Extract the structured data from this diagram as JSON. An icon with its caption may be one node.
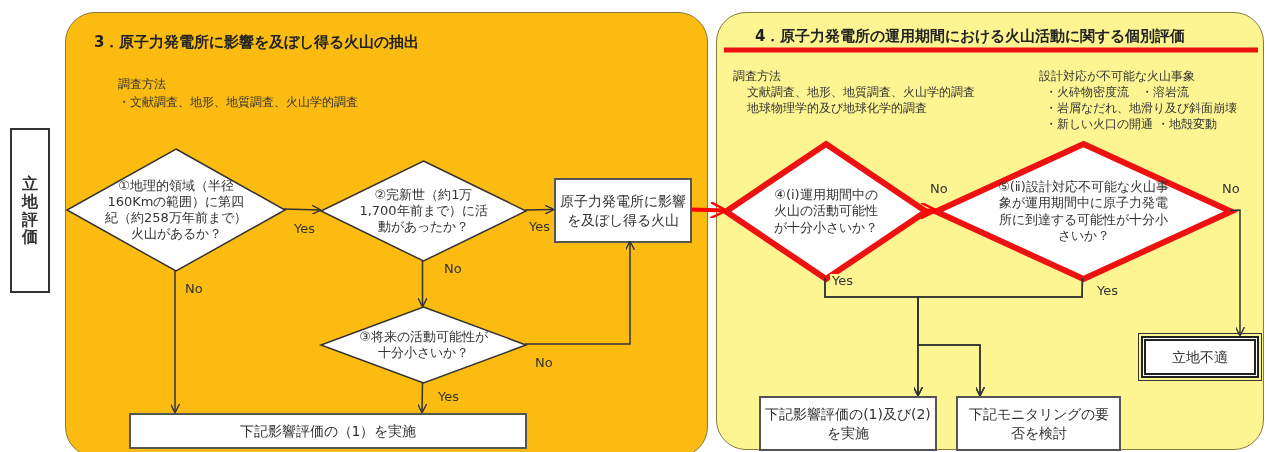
{
  "diagram": {
    "nodes": [
      {
        "text": [
          "3．原子力発電所に影響を及ぼし得る火山の抽出",
          "調査方法",
          "・文献調査、地形、地質調査、火山学的調査"
        ]
      },
      {
        "text": [
          "4．原子力発電所の運用期間における火山活動に関する個別評価",
          "調査方法",
          "文献調査、地形、地質調査、火山学的調査",
          "地球物理学的及び地球化学的調査",
          "設計対応が不可能な火山事象",
          "・火砕物密度流　・溶岩流",
          "・岩屑なだれ、地滑り及び斜面崩壊",
          "・新しい火口の開通 ・地殻変動"
        ]
      },
      {
        "text": [
          "立地評価"
        ]
      },
      {
        "text": [
          "①地理的領域（半径160Kmの範囲）に第四紀（約258万年前まで）火山があるか？"
        ],
        "in": 0
      },
      {
        "text": [
          "②完新世（約1万1,700年前まで）に活動があったか？"
        ],
        "in": 0
      },
      {
        "text": [
          "原子力発電所に影響を及ぼし得る火山"
        ],
        "in": 0
      },
      {
        "text": [
          "③将来の活動可能性が十分小さいか？"
        ],
        "in": 0
      },
      {
        "text": [
          "下記影響評価の（1）を実施"
        ],
        "in": 0
      },
      {
        "text": [
          "④(ⅰ)運用期間中の火山の活動可能性が十分小さいか？"
        ],
        "in": 1
      },
      {
        "text": [
          "⑤(ⅱ)設計対応不可能な火山事象が運用期間中に原子力発電所に到達する可能性が十分小さいか？"
        ],
        "in": 1
      },
      {
        "text": [
          "下記影響評価の(1)及び(2)を実施"
        ],
        "in": 1
      },
      {
        "text": [
          "下記モニタリングの要否を検討"
        ],
        "in": 1
      },
      {
        "text": [
          "立地不適"
        ],
        "in": 1
      }
    ],
    "edges": [
      {
        "from": 3,
        "to": 4,
        "arrow": "to",
        "label": "Yes"
      },
      {
        "from": 3,
        "to": 7,
        "arrow": "to",
        "label": "No"
      },
      {
        "from": 4,
        "to": 5,
        "arrow": "to",
        "label": "Yes"
      },
      {
        "from": 4,
        "to": 6,
        "arrow": "to",
        "label": "No"
      },
      {
        "from": 6,
        "to": 5,
        "arrow": "to",
        "label": "No"
      },
      {
        "from": 6,
        "to": 7,
        "arrow": "to",
        "label": "Yes"
      },
      {
        "from": 5,
        "to": 8,
        "arrow": "to",
        "style": "thick",
        "color": "#ff0000"
      },
      {
        "from": 8,
        "to": 9,
        "arrow": "to",
        "style": "thick",
        "color": "#ff0000",
        "label": "No"
      },
      {
        "from": 8,
        "to": 10,
        "arrow": "to",
        "label": "Yes"
      },
      {
        "from": 8,
        "to": 11,
        "arrow": "to"
      },
      {
        "from": 9,
        "to": 10,
        "arrow": "to",
        "label": "Yes"
      },
      {
        "from": 9,
        "to": 11,
        "arrow": "to"
      },
      {
        "from": 9,
        "to": 12,
        "arrow": "to",
        "label": "No"
      }
    ]
  }
}
